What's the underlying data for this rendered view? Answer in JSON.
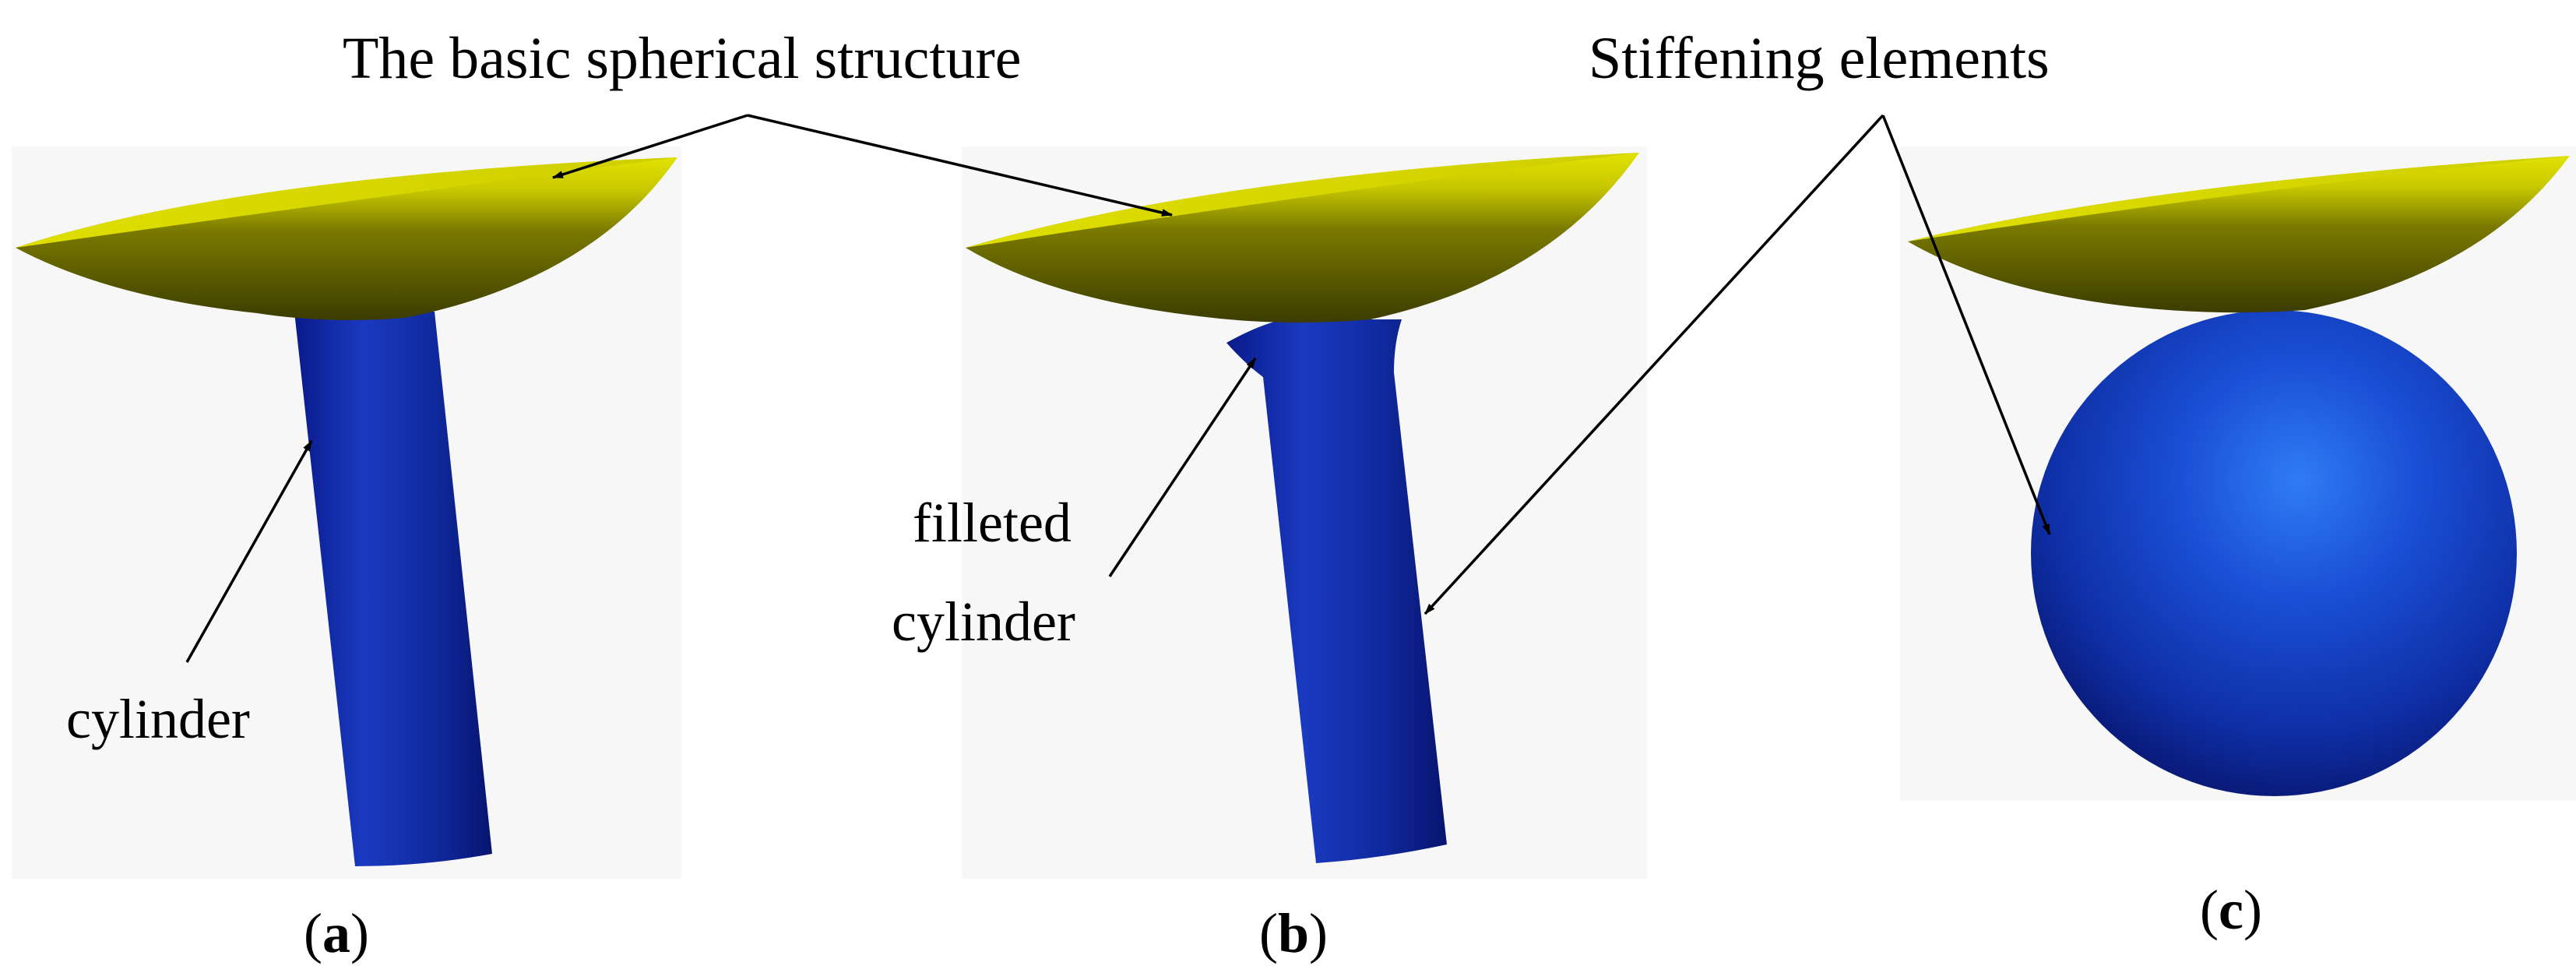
{
  "labels": {
    "spherical_structure": "The basic spherical structure",
    "stiffening_elements": "Stiffening elements",
    "cylinder_a": "cylinder",
    "filleted": "filleted",
    "cylinder_b": "cylinder"
  },
  "panels": [
    {
      "open": "(",
      "letter": "a",
      "close": ")"
    },
    {
      "open": "(",
      "letter": "b",
      "close": ")"
    },
    {
      "open": "(",
      "letter": "c",
      "close": ")"
    }
  ],
  "colors": {
    "dish_light": "#d9d900",
    "dish_dark": "#4a4a00",
    "part_blue": "#0f2ba0",
    "part_blue_light": "#2f7cf5",
    "part_blue_dark": "#08126a",
    "panel_bg": "#f7f7f7"
  }
}
